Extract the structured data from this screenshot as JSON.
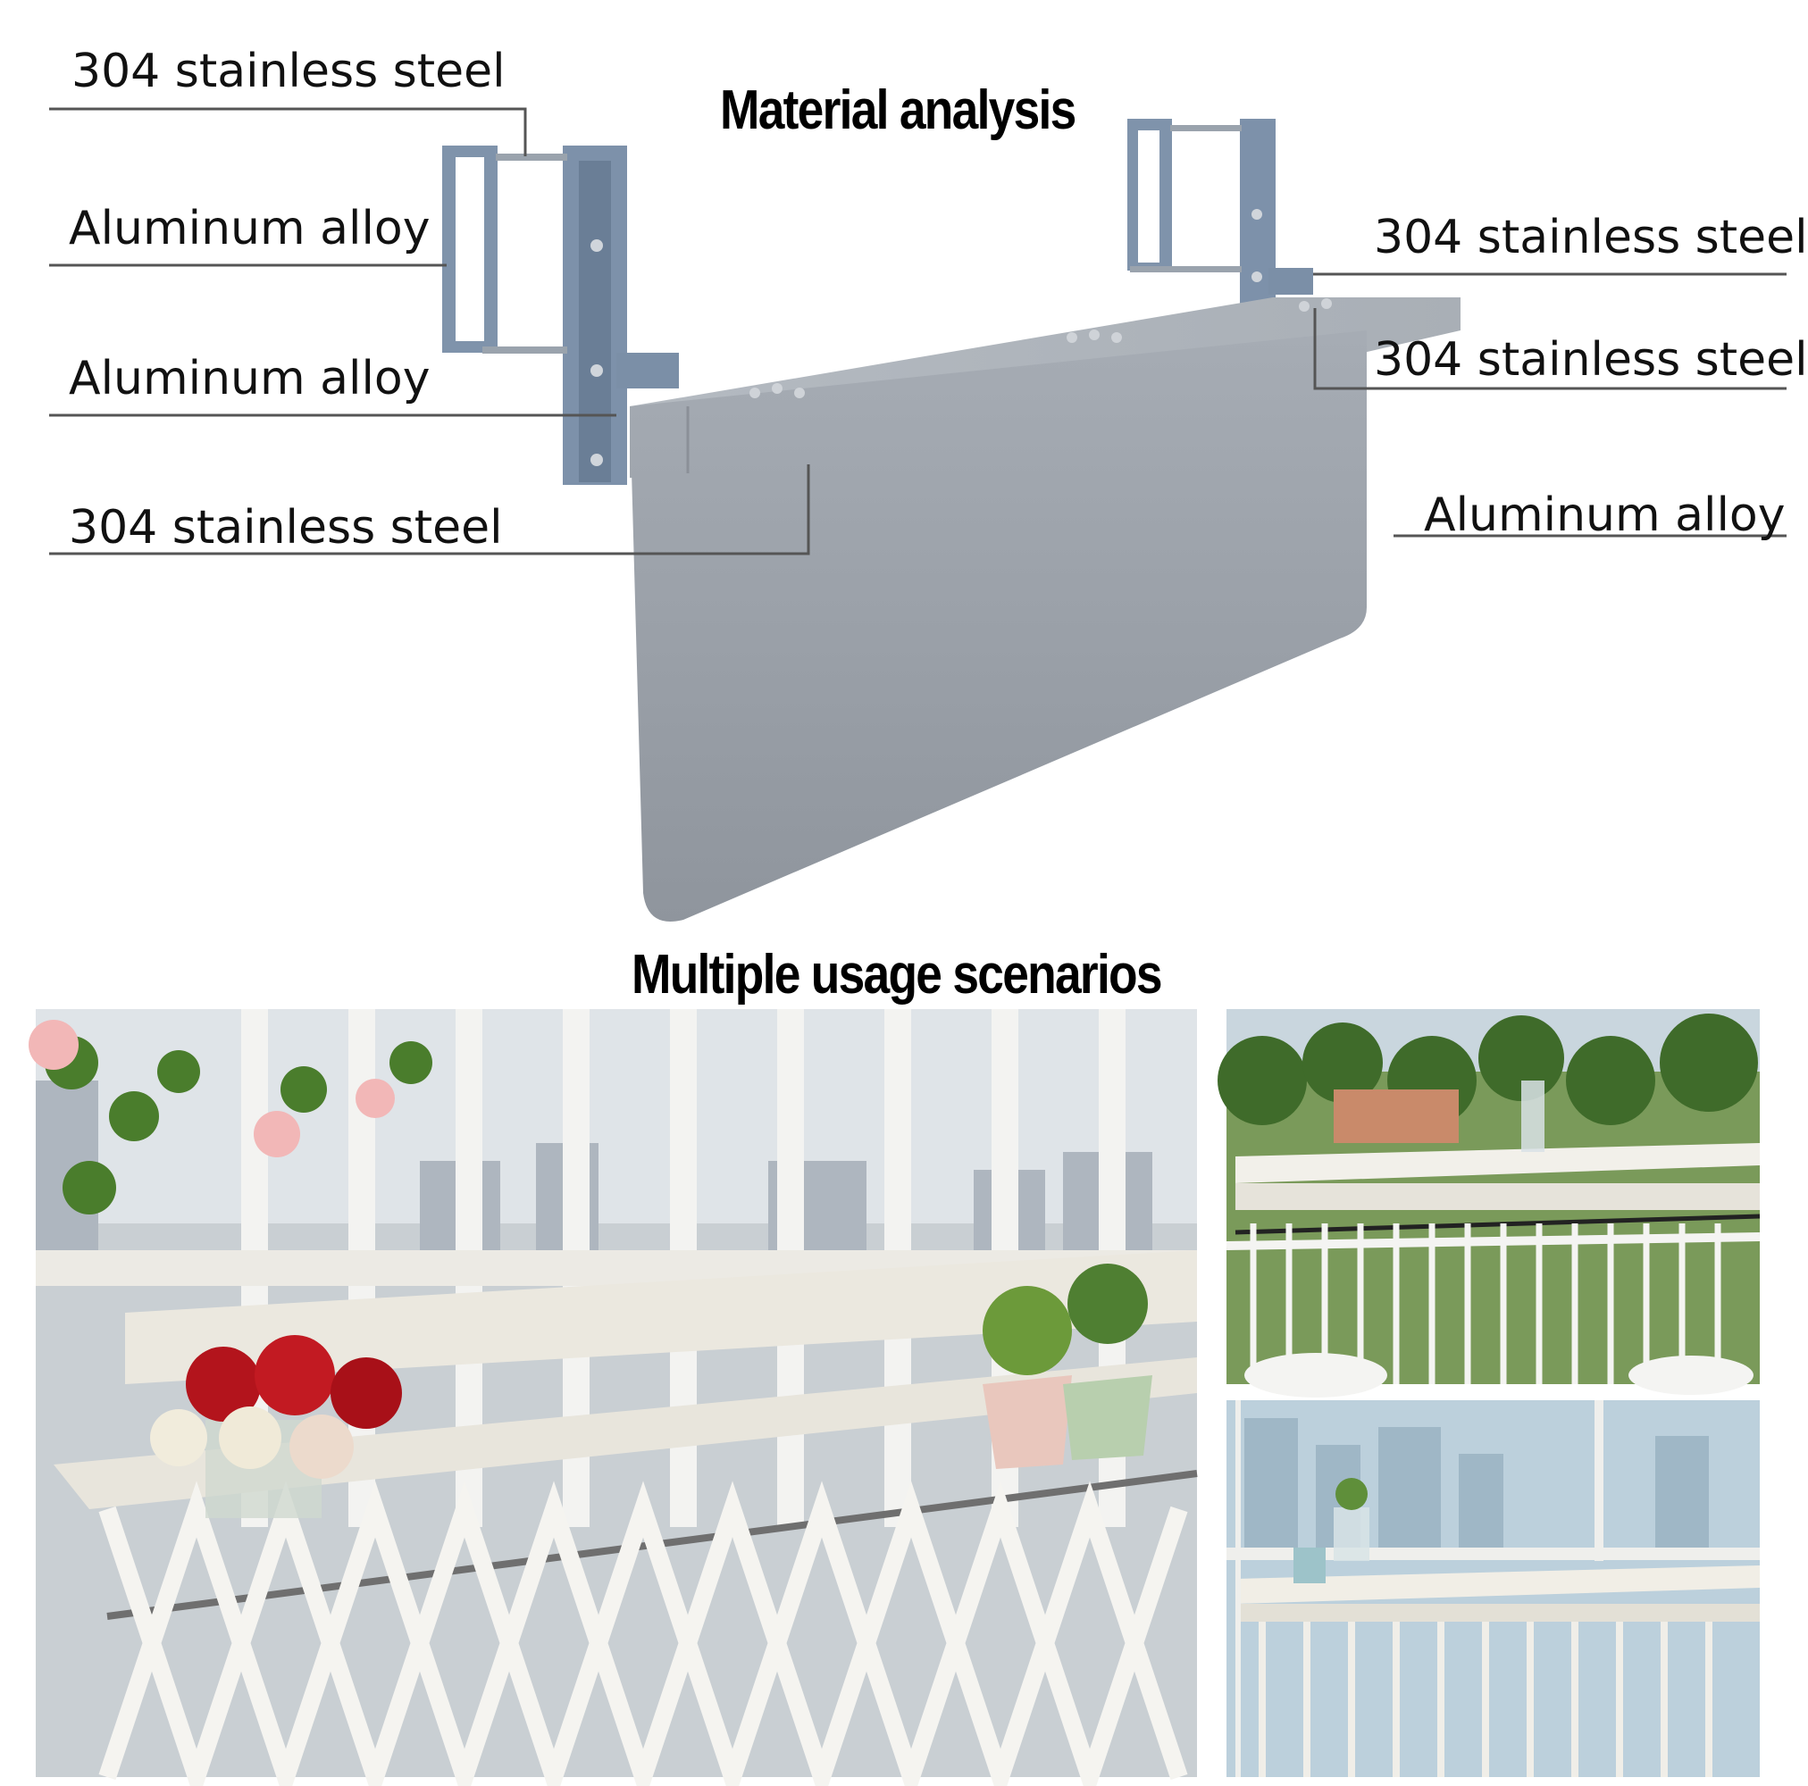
{
  "headings": {
    "material": "Material analysis",
    "scenarios": "Multiple usage scenarios"
  },
  "labels": {
    "left": [
      "304 stainless steel",
      "Aluminum alloy",
      "Aluminum alloy",
      "304 stainless steel"
    ],
    "right": [
      "304 stainless steel",
      "304 stainless steel",
      "Aluminum alloy"
    ]
  },
  "colors": {
    "table_gray": "#9aa0a8",
    "bracket_blue": "#7f93ab",
    "leader_line": "#555555"
  }
}
